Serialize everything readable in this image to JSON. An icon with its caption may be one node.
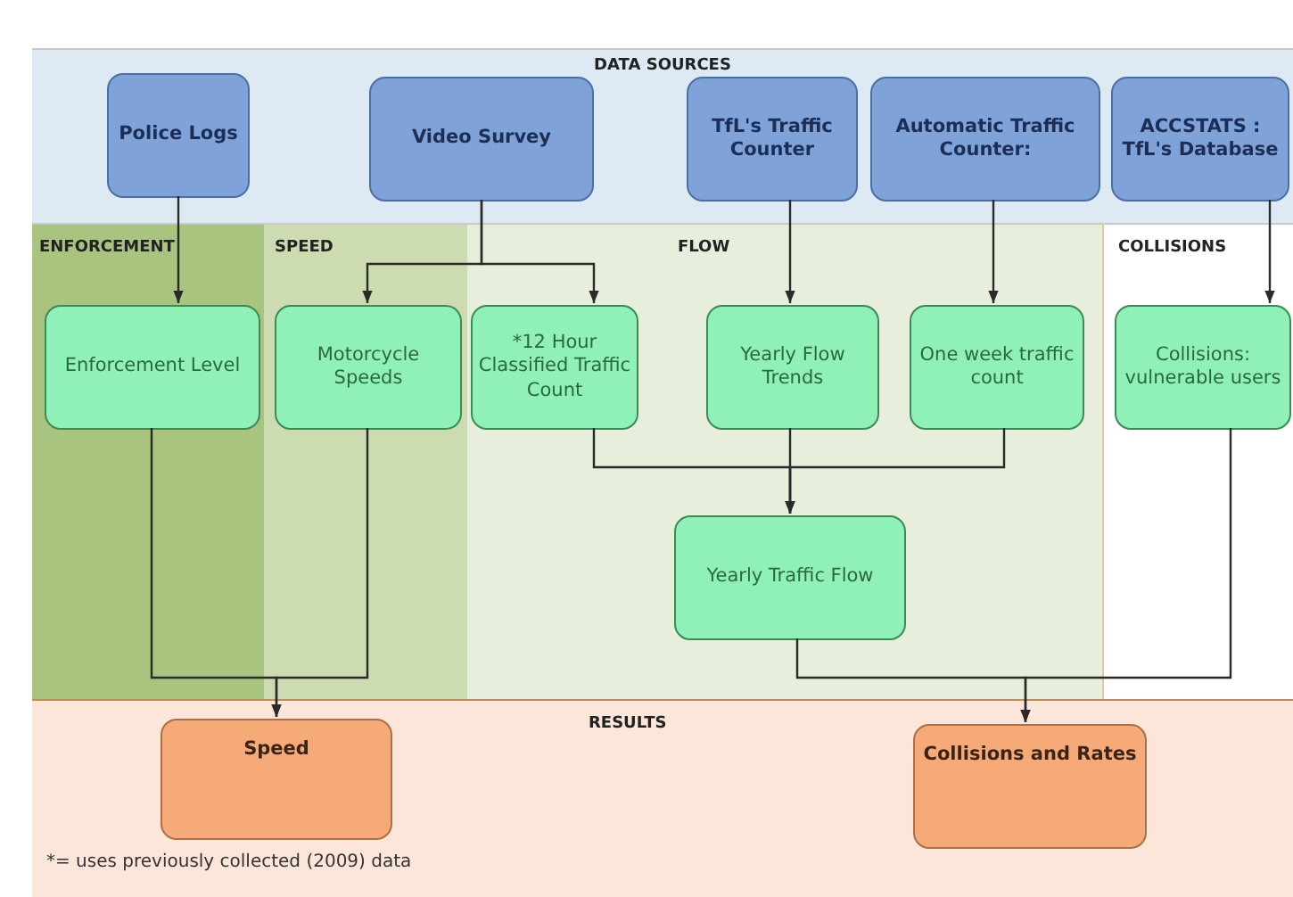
{
  "diagram": {
    "nodes": [
      {
        "text": [
          "DATA SOURCES"
        ]
      },
      {
        "text": [
          "Police Logs"
        ],
        "in": 0
      },
      {
        "text": [
          "Video Survey"
        ],
        "in": 0
      },
      {
        "text": [
          "TfL's Traffic Counter"
        ],
        "in": 0
      },
      {
        "text": [
          "Automatic Traffic Counter:"
        ],
        "in": 0
      },
      {
        "text": [
          "ACCSTATS : TfL's Database"
        ],
        "in": 0
      },
      {
        "text": [
          "ENFORCEMENT"
        ]
      },
      {
        "text": [
          "SPEED"
        ]
      },
      {
        "text": [
          "FLOW"
        ]
      },
      {
        "text": [
          "COLLISIONS"
        ]
      },
      {
        "text": [
          "Enforcement Level"
        ],
        "in": 6
      },
      {
        "text": [
          "Motorcycle Speeds"
        ],
        "in": 7
      },
      {
        "text": [
          "*12 Hour Classified Traffic Count"
        ],
        "in": 8
      },
      {
        "text": [
          "Yearly Flow Trends"
        ],
        "in": 8
      },
      {
        "text": [
          "One week traffic count"
        ],
        "in": 8
      },
      {
        "text": [
          "Collisions: vulnerable users"
        ],
        "in": 9
      },
      {
        "text": [
          "Yearly Traffic Flow"
        ],
        "in": 8
      },
      {
        "text": [
          "RESULTS"
        ]
      },
      {
        "text": [
          "Speed"
        ],
        "in": 17
      },
      {
        "text": [
          "Collisions and Rates"
        ],
        "in": 17
      }
    ],
    "edges": [
      {
        "from": 1,
        "to": 10,
        "arrow": "to"
      },
      {
        "from": 2,
        "to": 11,
        "arrow": "to"
      },
      {
        "from": 2,
        "to": 12,
        "arrow": "to"
      },
      {
        "from": 3,
        "to": 13,
        "arrow": "to"
      },
      {
        "from": 4,
        "to": 14,
        "arrow": "to"
      },
      {
        "from": 5,
        "to": 15,
        "arrow": "to"
      },
      {
        "from": 12,
        "to": 16,
        "arrow": "to"
      },
      {
        "from": 13,
        "to": 16,
        "arrow": "to"
      },
      {
        "from": 14,
        "to": 16,
        "arrow": "to"
      },
      {
        "from": 10,
        "to": 18,
        "arrow": "to"
      },
      {
        "from": 11,
        "to": 18,
        "arrow": "to"
      },
      {
        "from": 16,
        "to": 19,
        "arrow": "to"
      },
      {
        "from": 15,
        "to": 19,
        "arrow": "to"
      }
    ],
    "labels": [
      "*= uses previously collected (2009) data"
    ]
  }
}
